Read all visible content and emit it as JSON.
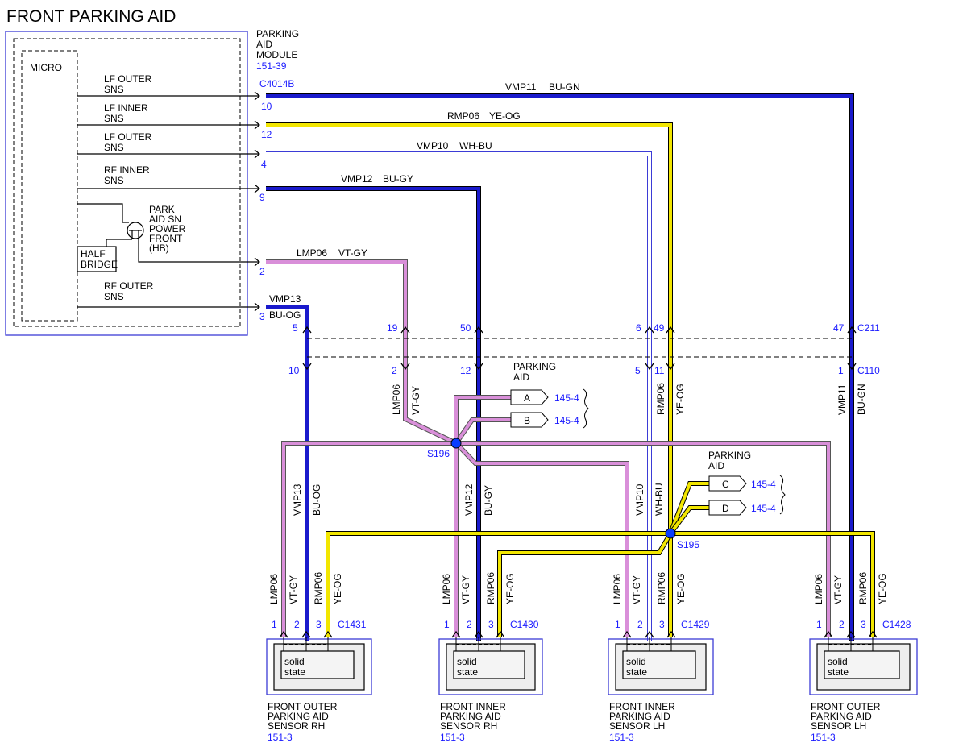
{
  "title": "FRONT PARKING AID",
  "module": {
    "name_lines": [
      "PARKING",
      "AID",
      "MODULE"
    ],
    "ref": "151-39",
    "micro_label": "MICRO",
    "connector": "C4014B",
    "pins": [
      {
        "label_lines": [
          "LF OUTER",
          "SNS"
        ],
        "pin": "10"
      },
      {
        "label_lines": [
          "LF INNER",
          "SNS"
        ],
        "pin": "12"
      },
      {
        "label_lines": [
          "LF OUTER",
          "SNS"
        ],
        "pin": "4"
      },
      {
        "label_lines": [
          "RF INNER",
          "SNS"
        ],
        "pin": "9"
      },
      {
        "label_lines": [
          "PARK",
          "AID SN",
          "POWER",
          "FRONT",
          "(HB)"
        ],
        "pin": "2"
      },
      {
        "label_lines": [
          "RF OUTER",
          "SNS"
        ],
        "pin": "3"
      }
    ],
    "half_bridge_lines": [
      "HALF",
      "BRIDGE"
    ]
  },
  "wires": [
    {
      "circuit": "VMP11",
      "color_code": "BU-GN"
    },
    {
      "circuit": "RMP06",
      "color_code": "YE-OG"
    },
    {
      "circuit": "VMP10",
      "color_code": "WH-BU"
    },
    {
      "circuit": "VMP12",
      "color_code": "BU-GY"
    },
    {
      "circuit": "LMP06",
      "color_code": "VT-GY"
    },
    {
      "circuit": "VMP13",
      "color_code": "BU-OG"
    }
  ],
  "inline_connectors": {
    "upper": {
      "name": "C211",
      "pins": [
        "5",
        "19",
        "50",
        "6",
        "49",
        "47"
      ]
    },
    "lower": {
      "name": "C110",
      "pins": [
        "10",
        "2",
        "12",
        "5",
        "11",
        "1"
      ]
    }
  },
  "splices": [
    "S196",
    "S195"
  ],
  "parking_aid_refs": [
    {
      "title_lines": [
        "PARKING",
        "AID"
      ],
      "items": [
        {
          "letter": "A",
          "page": "145-4"
        },
        {
          "letter": "B",
          "page": "145-4"
        }
      ]
    },
    {
      "title_lines": [
        "PARKING",
        "AID"
      ],
      "items": [
        {
          "letter": "C",
          "page": "145-4"
        },
        {
          "letter": "D",
          "page": "145-4"
        }
      ]
    }
  ],
  "sensors": [
    {
      "connector": "C1431",
      "pins": [
        "1",
        "2",
        "3"
      ],
      "inner_label_lines": [
        "solid",
        "state"
      ],
      "name_lines": [
        "FRONT OUTER",
        "PARKING AID",
        "SENSOR RH"
      ],
      "ref": "151-3",
      "wire_labels": [
        "LMP06",
        "VT-GY",
        "RMP06",
        "YE-OG"
      ]
    },
    {
      "connector": "C1430",
      "pins": [
        "1",
        "2",
        "3"
      ],
      "inner_label_lines": [
        "solid",
        "state"
      ],
      "name_lines": [
        "FRONT INNER",
        "PARKING AID",
        "SENSOR RH"
      ],
      "ref": "151-3",
      "wire_labels": [
        "LMP06",
        "VT-GY",
        "RMP06",
        "YE-OG"
      ]
    },
    {
      "connector": "C1429",
      "pins": [
        "1",
        "2",
        "3"
      ],
      "inner_label_lines": [
        "solid",
        "state"
      ],
      "name_lines": [
        "FRONT INNER",
        "PARKING AID",
        "SENSOR LH"
      ],
      "ref": "151-3",
      "wire_labels": [
        "LMP06",
        "VT-GY",
        "RMP06",
        "YE-OG"
      ]
    },
    {
      "connector": "C1428",
      "pins": [
        "1",
        "2",
        "3"
      ],
      "inner_label_lines": [
        "solid",
        "state"
      ],
      "name_lines": [
        "FRONT OUTER",
        "PARKING AID",
        "SENSOR LH"
      ],
      "ref": "151-3",
      "wire_labels": [
        "LMP06",
        "VT-GY",
        "RMP06",
        "YE-OG"
      ]
    }
  ],
  "colors": {
    "blue": "#1a1acc",
    "yellow": "#f2e600",
    "violet": "#d98fd9",
    "white": "#ffffff",
    "link": "#1a1aff",
    "box": "#3b3bd6",
    "splice": "#0a3dff"
  }
}
